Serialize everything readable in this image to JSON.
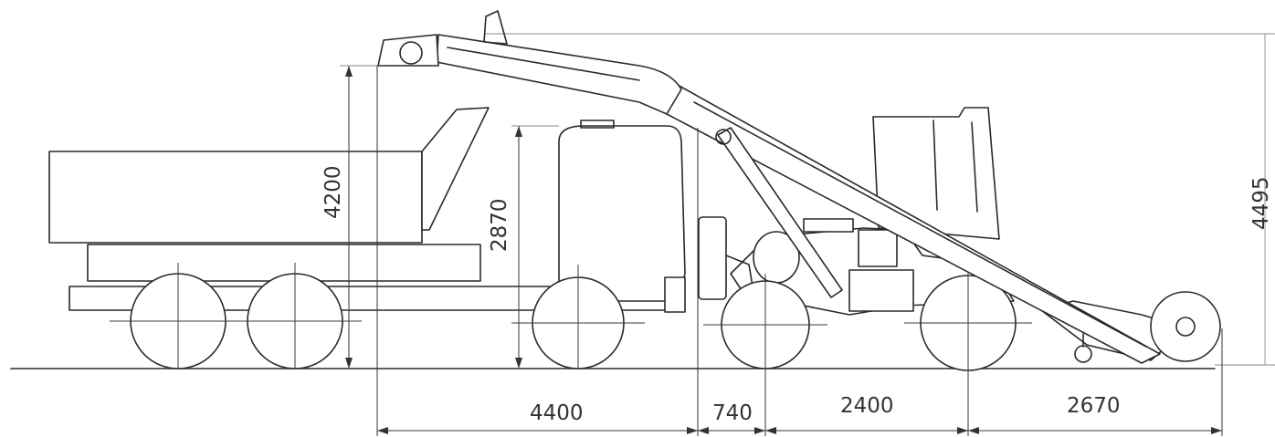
{
  "dimensions": {
    "horizontal": [
      "4400",
      "740",
      "2400",
      "2670"
    ],
    "vertical_loader_height": "4200",
    "vertical_cab_height": "2870",
    "vertical_total_height": "4495"
  },
  "colors": {
    "line": "#2a2a2a",
    "background": "#ffffff"
  }
}
